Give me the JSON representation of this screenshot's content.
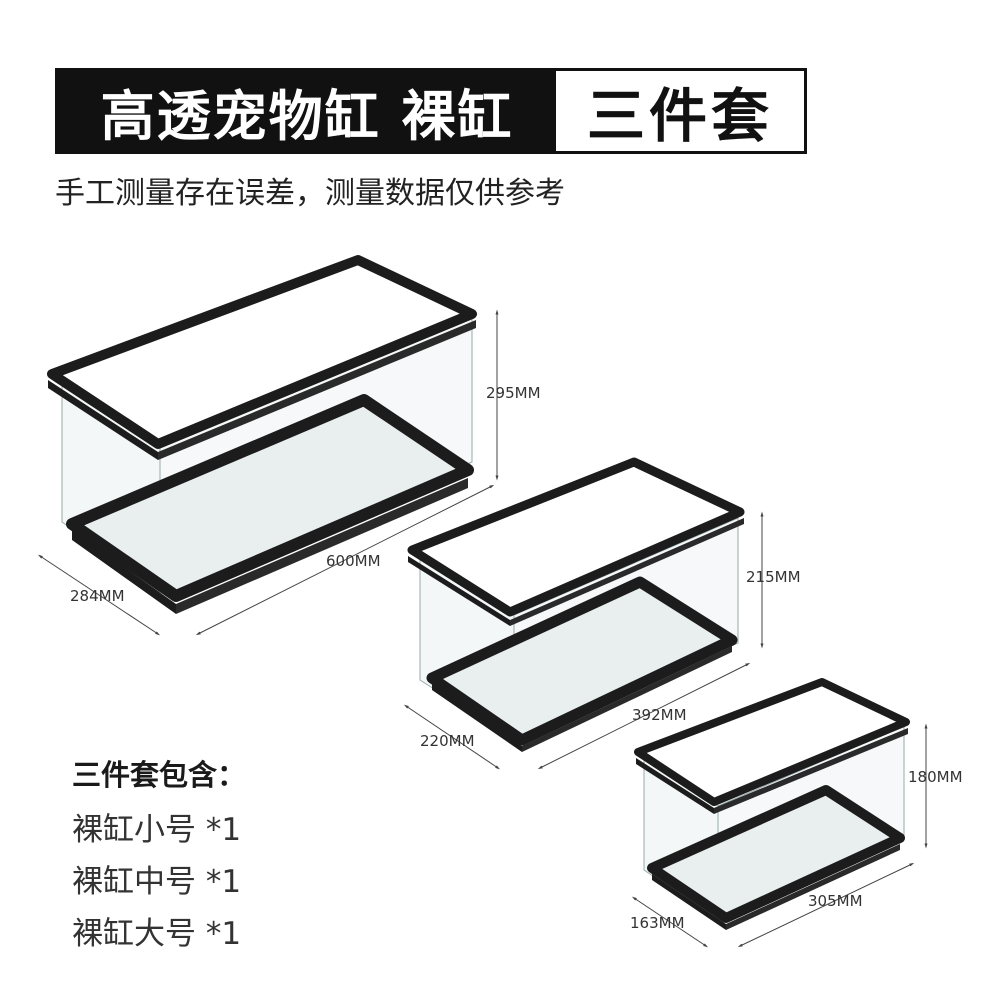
{
  "banner": {
    "title": "高透宠物缸 裸缸",
    "badge": "三件套"
  },
  "disclaimer": "手工测量存在误差，测量数据仅供参考",
  "package": {
    "title": "三件套包含：",
    "items": [
      "裸缸小号 *1",
      "裸缸中号 *1",
      "裸缸大号 *1"
    ]
  },
  "tanks": [
    {
      "size": "large",
      "length": "600MM",
      "width": "284MM",
      "height": "295MM"
    },
    {
      "size": "medium",
      "length": "392MM",
      "width": "220MM",
      "height": "215MM"
    },
    {
      "size": "small",
      "length": "305MM",
      "width": "163MM",
      "height": "180MM"
    }
  ],
  "colors": {
    "frame": "#1c1c1c",
    "banner": "#111111",
    "glass": "#f3f6f7"
  }
}
